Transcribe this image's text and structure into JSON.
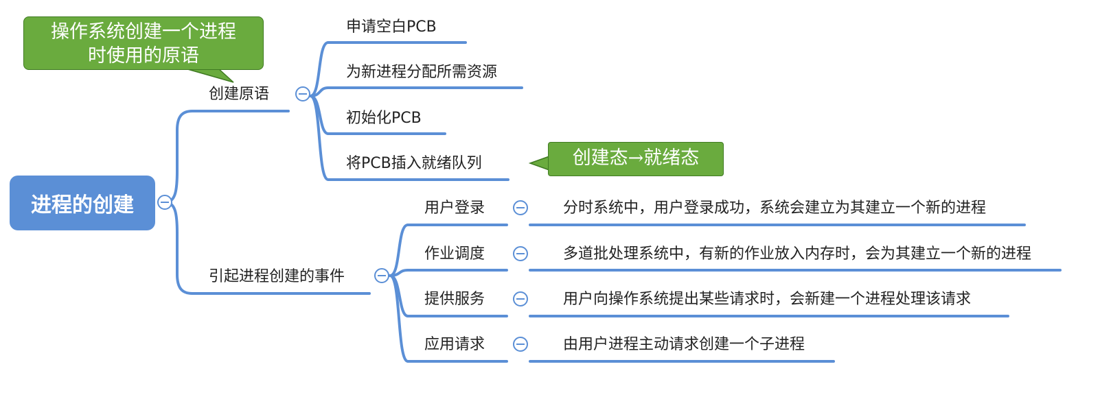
{
  "root": {
    "label": "进程的创建"
  },
  "branches": [
    {
      "label": "创建原语",
      "children": [
        "申请空白PCB",
        "为新进程分配所需资源",
        "初始化PCB",
        "将PCB插入就绪队列"
      ]
    },
    {
      "label": "引起进程创建的事件",
      "children": [
        {
          "label": "用户登录",
          "detail": "分时系统中，用户登录成功，系统会建立为其建立一个新的进程"
        },
        {
          "label": "作业调度",
          "detail": "多道批处理系统中，有新的作业放入内存时，会为其建立一个新的进程"
        },
        {
          "label": "提供服务",
          "detail": "用户向操作系统提出某些请求时，会新建一个进程处理该请求"
        },
        {
          "label": "应用请求",
          "detail": "由用户进程主动请求创建一个子进程"
        }
      ]
    }
  ],
  "callouts": {
    "primitive_note": [
      "操作系统创建一个进程",
      "时使用的原语"
    ],
    "state_note": "创建态→就绪态"
  },
  "colors": {
    "line": "#5b8fd6",
    "root_fill": "#5b8fd6",
    "callout_fill": "#6aab3e",
    "callout_border": "#3f7a22"
  },
  "icons": {
    "collapse": "minus-circle-icon"
  }
}
